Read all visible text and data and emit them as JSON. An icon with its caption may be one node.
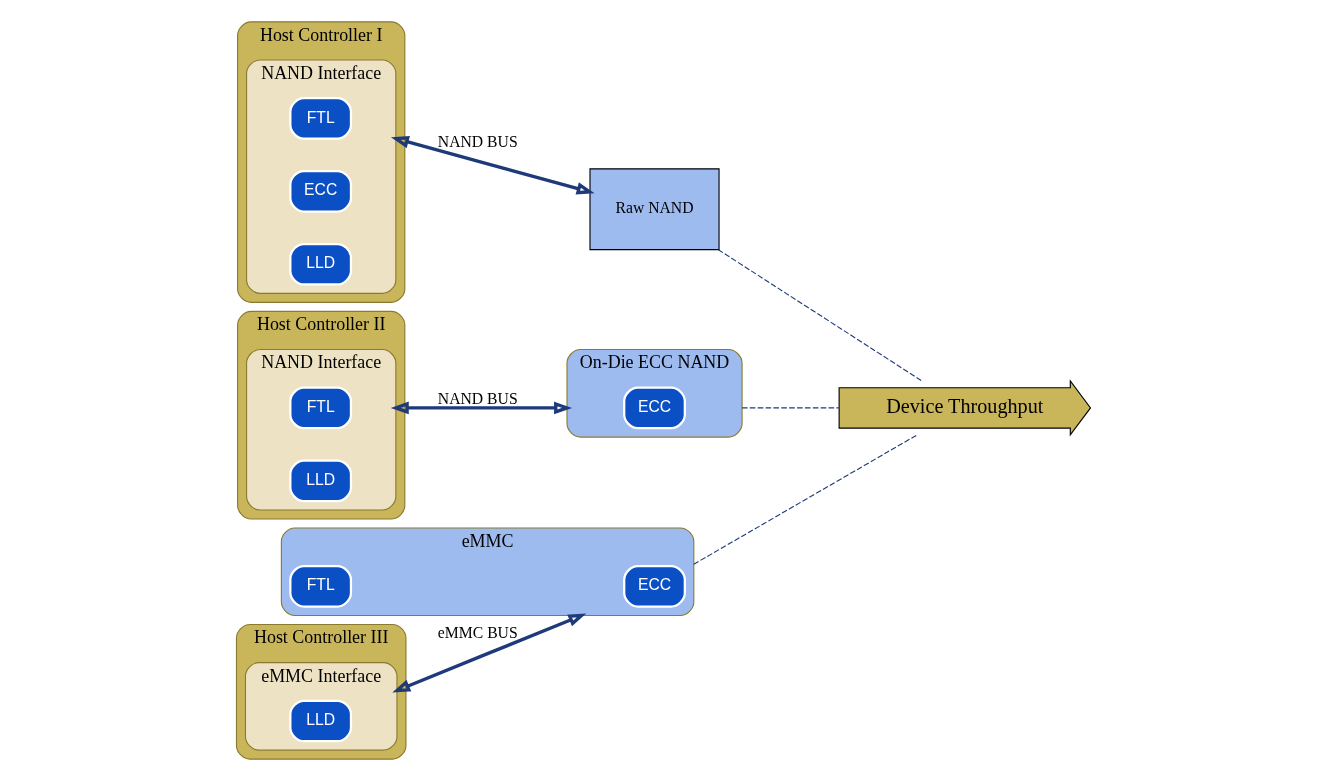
{
  "diagram": {
    "nodes": [
      {
        "text": [
          "Host Controller I"
        ]
      },
      {
        "text": [
          "NAND Interface"
        ],
        "in": 0
      },
      {
        "text": [
          "FTL"
        ],
        "in": 1
      },
      {
        "text": [
          "ECC"
        ],
        "in": 1
      },
      {
        "text": [
          "LLD"
        ],
        "in": 1
      },
      {
        "text": [
          "Host Controller II"
        ]
      },
      {
        "text": [
          "NAND Interface"
        ],
        "in": 5
      },
      {
        "text": [
          "FTL"
        ],
        "in": 6
      },
      {
        "text": [
          "LLD"
        ],
        "in": 6
      },
      {
        "text": [
          "Host Controller III"
        ]
      },
      {
        "text": [
          "eMMC Interface"
        ],
        "in": 9
      },
      {
        "text": [
          "LLD"
        ],
        "in": 10
      },
      {
        "text": [
          "Raw NAND"
        ]
      },
      {
        "text": [
          "On-Die ECC NAND"
        ]
      },
      {
        "text": [
          "ECC"
        ],
        "in": 13
      },
      {
        "text": [
          "eMMC"
        ]
      },
      {
        "text": [
          "ECC"
        ],
        "in": 15
      },
      {
        "text": [
          "FTL"
        ],
        "in": 15
      },
      {
        "text": [
          "Device Throughput"
        ]
      }
    ],
    "edges": [
      {
        "from": 1,
        "to": 12,
        "arrow": "both",
        "label": "NAND BUS",
        "style": "thick"
      },
      {
        "from": 6,
        "to": 13,
        "arrow": "both",
        "label": "NAND BUS",
        "style": "thick"
      },
      {
        "from": 10,
        "to": 15,
        "arrow": "both",
        "label": "eMMC BUS",
        "style": "thick"
      },
      {
        "from": 12,
        "to": 18,
        "arrow": "none",
        "style": "dashed"
      },
      {
        "from": 13,
        "to": 18,
        "arrow": "none",
        "style": "dashed"
      },
      {
        "from": 15,
        "to": 18,
        "arrow": "none",
        "style": "dashed"
      }
    ]
  }
}
